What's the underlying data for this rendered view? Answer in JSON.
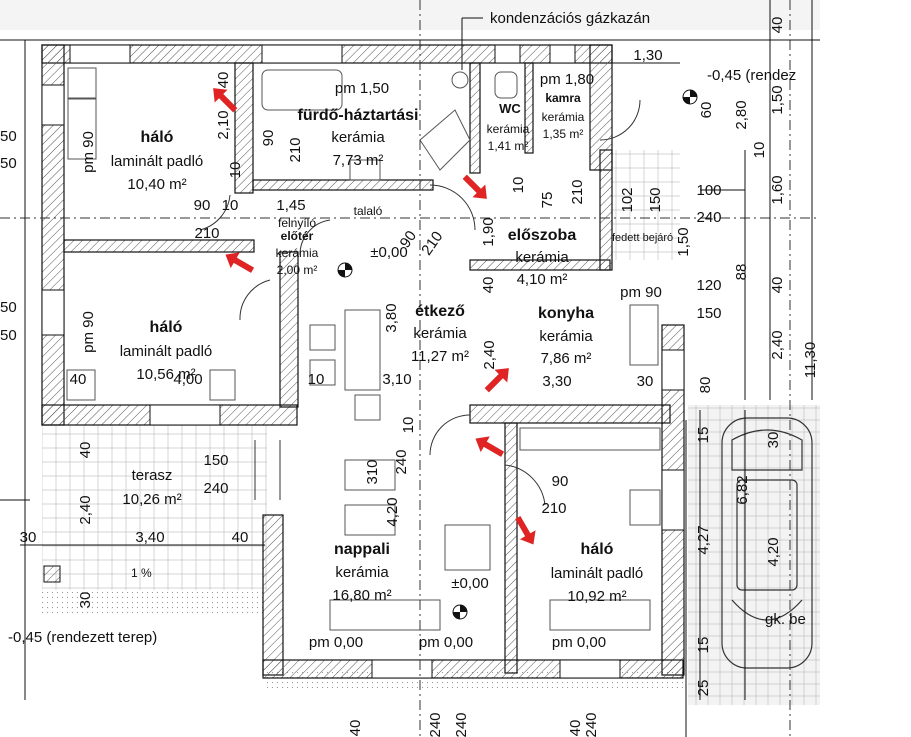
{
  "annotations": {
    "top_note": "kondenzációs gázkazán",
    "terrain_right": "-0,45 (rendez",
    "terrain_left": "-0,45 (rendezett terep)",
    "covered_entry": "fedett bejáró",
    "car_label": "gk. be",
    "slope": "1 %",
    "floor_zero_1": "±0,00",
    "floor_zero_2": "±0,00",
    "pm_labels": [
      "pm 1,50",
      "pm 1,80",
      "pm 90",
      "pm 90",
      "pm 90",
      "pm 0,00",
      "pm 0,00",
      "pm 0,00"
    ],
    "bathroom_extra": "pm 1,50"
  },
  "rooms": [
    {
      "name": "háló",
      "floor": "laminált padló",
      "area": "10,40 m²"
    },
    {
      "name": "fürdő-háztartási",
      "floor": "kerámia",
      "area": "7,73 m²"
    },
    {
      "name": "WC",
      "floor": "kerámia",
      "area": "1,41 m²"
    },
    {
      "name": "kamra",
      "floor": "kerámia",
      "area": "1,35 m²"
    },
    {
      "name": "előtér",
      "floor": "kerámia",
      "area": "2,00 m²"
    },
    {
      "name": "előszoba",
      "floor": "kerámia",
      "area": "4,10 m²"
    },
    {
      "name": "háló",
      "floor": "laminált padló",
      "area": "10,56 m²"
    },
    {
      "name": "étkező",
      "floor": "kerámia",
      "area": "11,27 m²"
    },
    {
      "name": "konyha",
      "floor": "kerámia",
      "area": "7,86 m²"
    },
    {
      "name": "terasz",
      "floor": "",
      "area": "10,26 m²"
    },
    {
      "name": "nappali",
      "floor": "kerámia",
      "area": "16,80 m²"
    },
    {
      "name": "háló",
      "floor": "laminált padló",
      "area": "10,92 m²"
    }
  ],
  "small_labels": {
    "felnyilo": "felnyíló",
    "talalo": "talaló"
  },
  "dims": {
    "d_130": "1,30",
    "d_145": "1,45",
    "d_90a": "90",
    "d_10a": "10",
    "d_210a": "210",
    "d_400": "4,00",
    "d_40a": "40",
    "d_10b": "10",
    "d_310": "3,10",
    "d_330": "3,30",
    "d_30a": "30",
    "d_150a": "150",
    "d_240a": "240",
    "d_340": "3,40",
    "d_30b": "30",
    "d_40b": "40",
    "d_90b": "90",
    "d_210b": "210",
    "d_100": "100",
    "d_240b": "240",
    "d_120": "120",
    "d_150b": "150",
    "d_210v": "2,10",
    "d_40v": "40",
    "d_90v1": "90",
    "d_210v1": "210",
    "d_10v1": "10",
    "d_190": "1,90",
    "d_90v2": "90",
    "d_210v2": "210",
    "d_380": "3,80",
    "d_240v": "2,40",
    "d_310v": "310",
    "d_240v2": "240",
    "d_420": "4,20",
    "d_240v3": "2,40",
    "d_40v2": "40",
    "d_30v": "30",
    "d_280": "2,80",
    "d_150v": "1,50",
    "d_160": "1,60",
    "d_10v": "10",
    "d_88": "88",
    "d_40v3": "40",
    "d_240v4": "2,40",
    "d_1130": "11,30",
    "d_427": "4,27",
    "d_682": "6,82",
    "d_420v": "4,20",
    "d_30v2": "30",
    "d_15": "15",
    "d_15b": "15",
    "d_25": "25",
    "d_60": "60",
    "d_80": "80",
    "d_10c": "10",
    "d_75": "75",
    "d_210c": "210",
    "d_102": "102",
    "d_150c": "150",
    "d_150d": "1,50",
    "d_40e": "40",
    "d_50a": "50",
    "d_50b": "50",
    "d_50c": "50",
    "d_50d": "50",
    "d_40bot": "40",
    "d_240bot": "240",
    "d_240bot2": "240",
    "d_40bot2": "40",
    "d_240bot3": "240",
    "d_10top": "10",
    "d_40top": "40"
  }
}
